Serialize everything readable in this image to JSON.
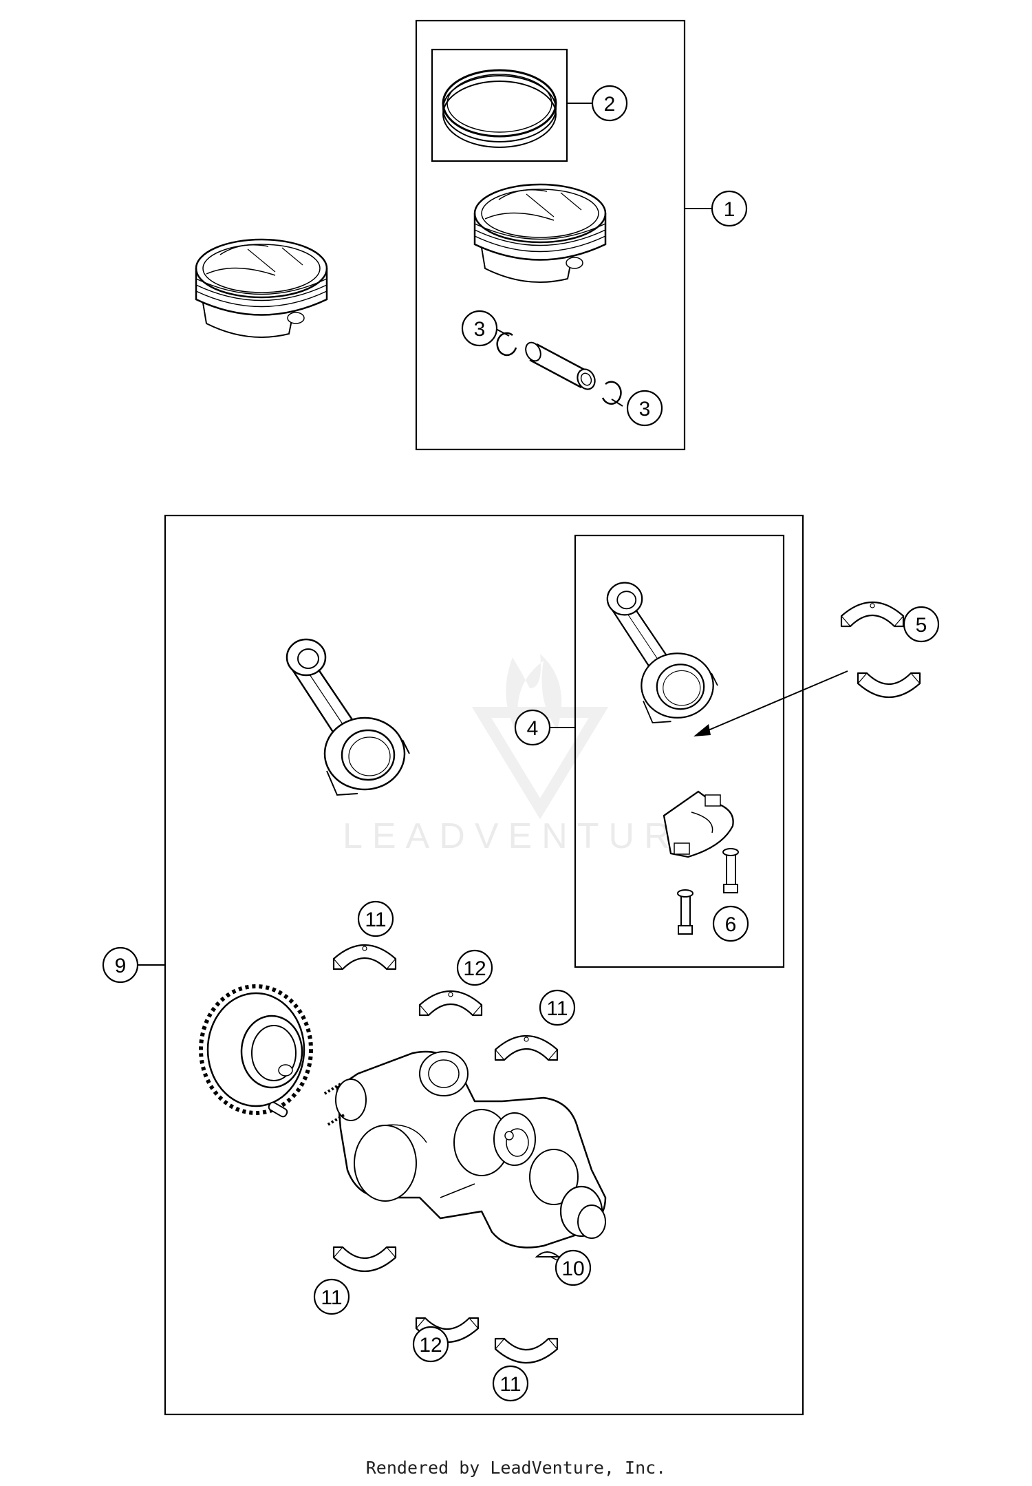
{
  "diagram": {
    "callouts": [
      {
        "id": "c1",
        "label": "1"
      },
      {
        "id": "c2",
        "label": "2"
      },
      {
        "id": "c3a",
        "label": "3"
      },
      {
        "id": "c3b",
        "label": "3"
      },
      {
        "id": "c4",
        "label": "4"
      },
      {
        "id": "c5",
        "label": "5"
      },
      {
        "id": "c6",
        "label": "6"
      },
      {
        "id": "c9",
        "label": "9"
      },
      {
        "id": "c10",
        "label": "10"
      },
      {
        "id": "c11a",
        "label": "11"
      },
      {
        "id": "c11b",
        "label": "11"
      },
      {
        "id": "c11c",
        "label": "11"
      },
      {
        "id": "c11d",
        "label": "11"
      },
      {
        "id": "c12a",
        "label": "12"
      },
      {
        "id": "c12b",
        "label": "12"
      }
    ],
    "watermark": "LEADVENTURE",
    "footer": "Rendered by LeadVenture, Inc."
  }
}
